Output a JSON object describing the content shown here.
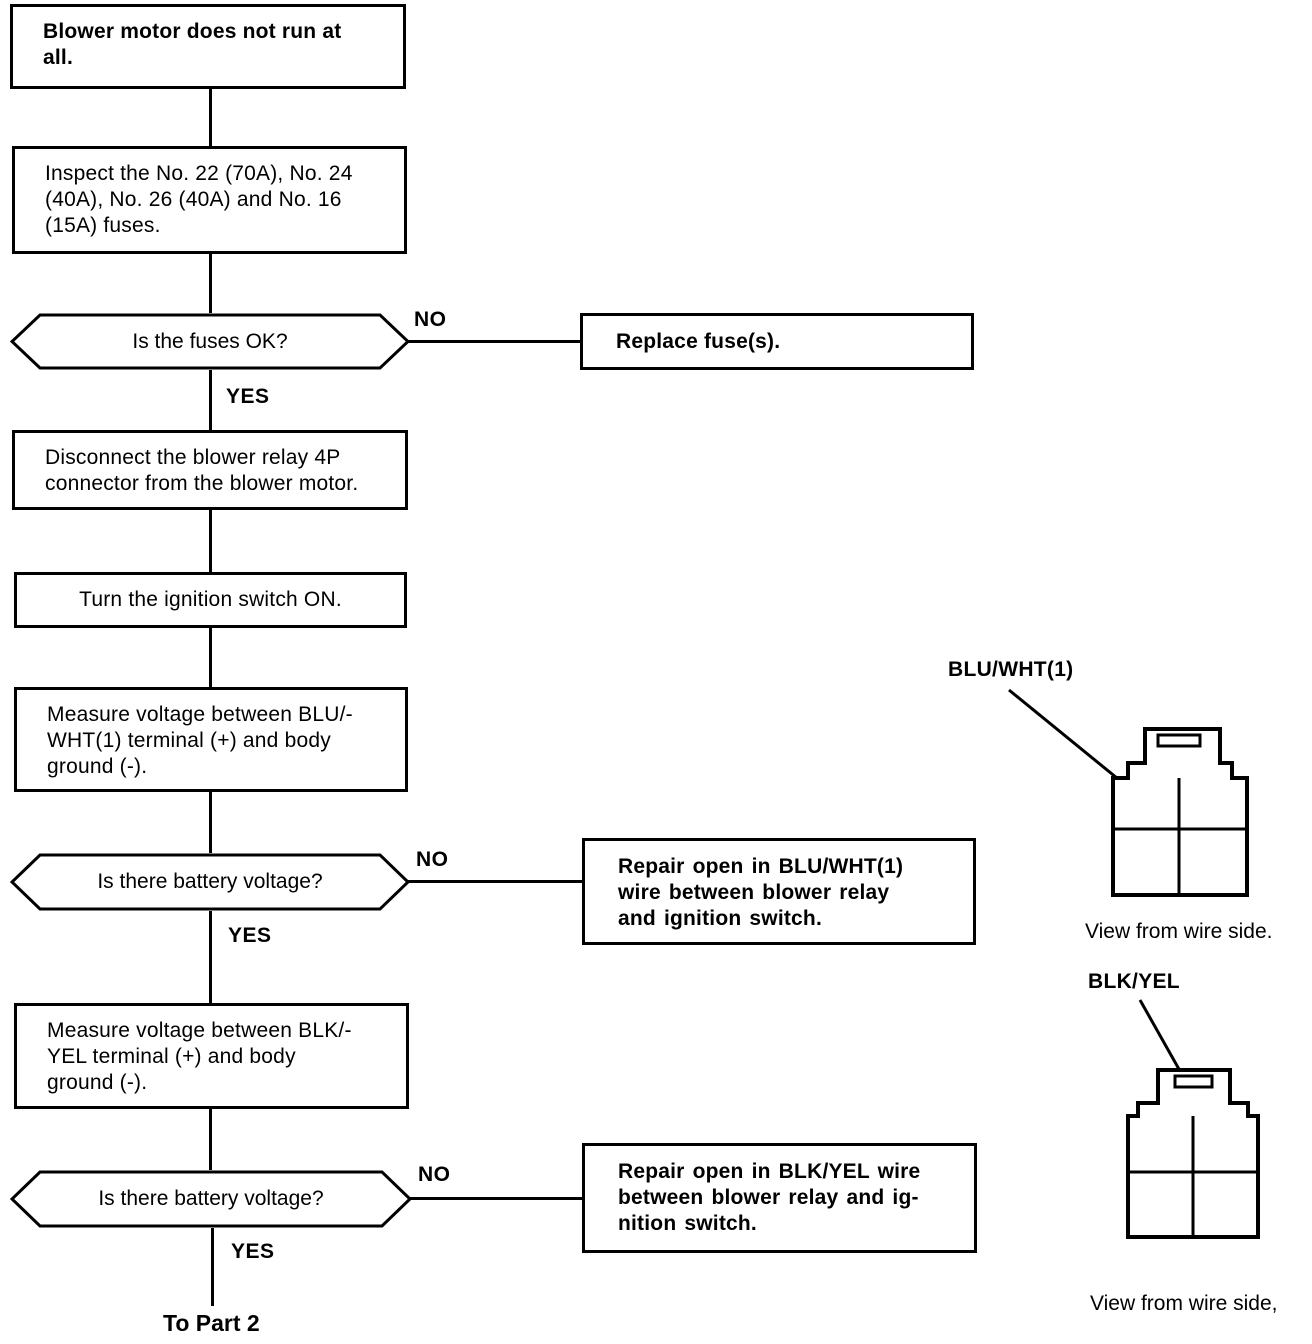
{
  "flowchart": {
    "start": {
      "text": "Blower motor does not run at\nall."
    },
    "inspect_fuses": {
      "text": "Inspect the No. 22 (70A), No. 24\n(40A), No. 26 (40A) and No. 16\n(15A) fuses."
    },
    "fuses_ok": {
      "text": "Is the fuses OK?",
      "no": "NO",
      "yes": "YES"
    },
    "replace_fuses": {
      "text": "Replace fuse(s)."
    },
    "disconnect_relay": {
      "text": "Disconnect the blower relay 4P\nconnector from the blower motor."
    },
    "ignition_on": {
      "text": "Turn the ignition switch ON."
    },
    "measure_blu_wht": {
      "text": "Measure voltage between BLU/-\nWHT(1) terminal (+) and body\nground (-)."
    },
    "battery_check_1": {
      "text": "Is there battery voltage?",
      "no": "NO",
      "yes": "YES"
    },
    "repair_blu_wht": {
      "text": "Repair open in BLU/WHT(1)\nwire between blower relay\nand ignition switch."
    },
    "measure_blk_yel": {
      "text": "Measure voltage between BLK/-\nYEL terminal (+) and body\nground (-)."
    },
    "battery_check_2": {
      "text": "Is there battery voltage?",
      "no": "NO",
      "yes": "YES"
    },
    "repair_blk_yel": {
      "text": "Repair open in BLK/YEL wire\nbetween blower relay and ig-\nnition switch."
    },
    "footer": {
      "to_part_2": "To Part 2"
    }
  },
  "connectors": [
    {
      "wire_label": "BLU/WHT(1)",
      "caption": "View from wire side."
    },
    {
      "wire_label": "BLK/YEL",
      "caption": "View from wire side,"
    }
  ]
}
